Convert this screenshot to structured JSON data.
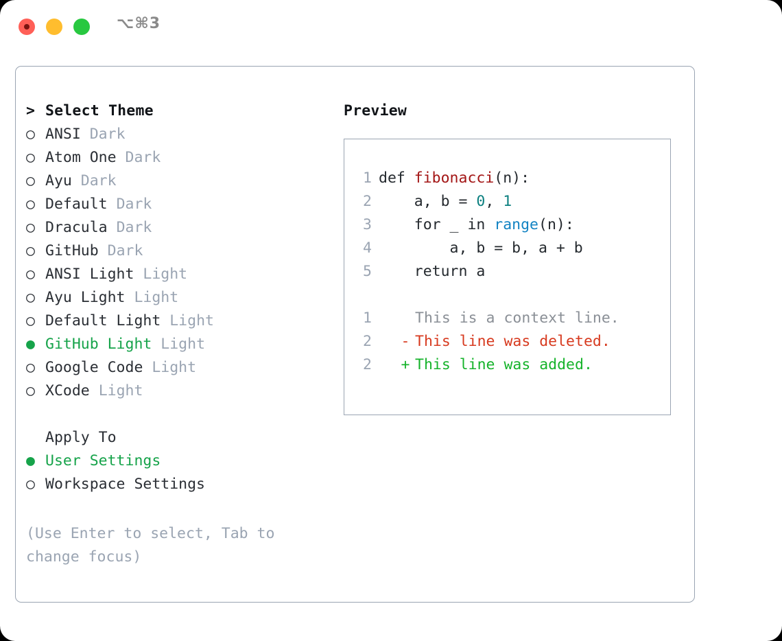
{
  "window": {
    "shortcut": "⌥⌘3",
    "traffic_lights": [
      {
        "name": "close",
        "color": "#ff5f57"
      },
      {
        "name": "minimize",
        "color": "#ffbd2e"
      },
      {
        "name": "maximize",
        "color": "#28c840"
      }
    ]
  },
  "theme_list": {
    "header_marker": ">",
    "header_label": "Select Theme",
    "bullet_unselected": "○",
    "bullet_selected": "●",
    "accent_color": "#16a34a",
    "items": [
      {
        "name": "ANSI",
        "variant": "Dark",
        "selected": false
      },
      {
        "name": "Atom One",
        "variant": "Dark",
        "selected": false
      },
      {
        "name": "Ayu",
        "variant": "Dark",
        "selected": false
      },
      {
        "name": "Default",
        "variant": "Dark",
        "selected": false
      },
      {
        "name": "Dracula",
        "variant": "Dark",
        "selected": false
      },
      {
        "name": "GitHub",
        "variant": "Dark",
        "selected": false
      },
      {
        "name": "ANSI Light",
        "variant": "Light",
        "selected": false
      },
      {
        "name": "Ayu Light",
        "variant": "Light",
        "selected": false
      },
      {
        "name": "Default Light",
        "variant": "Light",
        "selected": false
      },
      {
        "name": "GitHub Light",
        "variant": "Light",
        "selected": true
      },
      {
        "name": "Google Code",
        "variant": "Light",
        "selected": false
      },
      {
        "name": "XCode",
        "variant": "Light",
        "selected": false
      }
    ]
  },
  "apply_to": {
    "section_label": "Apply To",
    "options": [
      {
        "label": "User Settings",
        "selected": true
      },
      {
        "label": "Workspace Settings",
        "selected": false
      }
    ]
  },
  "help_text": "(Use Enter to select, Tab to change focus)",
  "preview": {
    "title": "Preview",
    "code_lines": [
      {
        "lineno": "1",
        "tokens": [
          {
            "text": "def ",
            "type": "keyword"
          },
          {
            "text": "fibonacci",
            "type": "function"
          },
          {
            "text": "(n):",
            "type": "plain"
          }
        ]
      },
      {
        "lineno": "2",
        "tokens": [
          {
            "text": "    a, b = ",
            "type": "plain"
          },
          {
            "text": "0",
            "type": "number"
          },
          {
            "text": ", ",
            "type": "plain"
          },
          {
            "text": "1",
            "type": "number"
          }
        ]
      },
      {
        "lineno": "3",
        "tokens": [
          {
            "text": "    for _ in ",
            "type": "plain"
          },
          {
            "text": "range",
            "type": "call"
          },
          {
            "text": "(n):",
            "type": "plain"
          }
        ]
      },
      {
        "lineno": "4",
        "tokens": [
          {
            "text": "        a, b = b, a + b",
            "type": "plain"
          }
        ]
      },
      {
        "lineno": "5",
        "tokens": [
          {
            "text": "    return a",
            "type": "plain"
          }
        ]
      }
    ],
    "diff_lines": [
      {
        "lineno": "1",
        "marker": " ",
        "text": "This is a context line.",
        "kind": "context"
      },
      {
        "lineno": "2",
        "marker": "-",
        "text": "This line was deleted.",
        "kind": "deleted"
      },
      {
        "lineno": "2",
        "marker": "+",
        "text": "This line was added.",
        "kind": "added"
      }
    ]
  }
}
